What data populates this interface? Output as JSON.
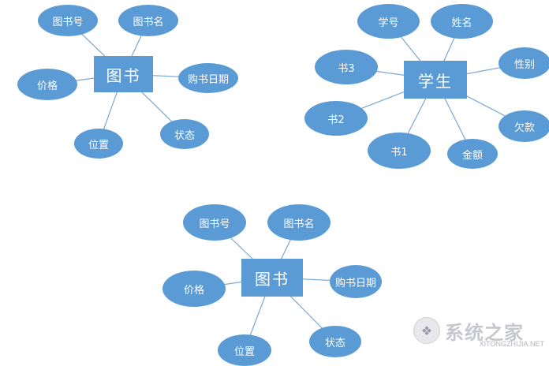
{
  "colors": {
    "shape_fill": "#5b9bd5",
    "connector": "#7aa6d6",
    "text": "#ffffff",
    "background": "#ffffff"
  },
  "diagrams": [
    {
      "id": "book-top",
      "entity": "图书",
      "attributes": [
        "图书号",
        "图书名",
        "购书日期",
        "状态",
        "位置",
        "价格"
      ]
    },
    {
      "id": "student",
      "entity": "学生",
      "attributes": [
        "学号",
        "姓名",
        "性别",
        "欠款",
        "金额",
        "书1",
        "书2",
        "书3"
      ]
    },
    {
      "id": "book-bottom",
      "entity": "图书",
      "attributes": [
        "图书号",
        "图书名",
        "购书日期",
        "状态",
        "位置",
        "价格"
      ]
    }
  ],
  "watermark": {
    "logo_icon": "windows-logo-icon",
    "text": "系统之家",
    "url": "XITONGZHIJIA.NET"
  }
}
